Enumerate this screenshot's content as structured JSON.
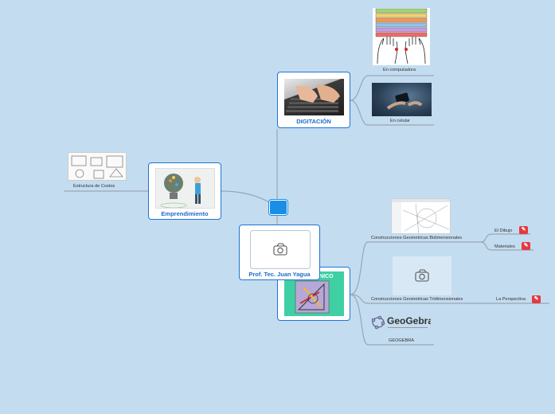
{
  "root": {
    "label": ""
  },
  "central": {
    "title": "Prof. Tec. Juan Yagua",
    "image_icon": "camera-icon"
  },
  "digitacion": {
    "title": "DIGITACIÓN",
    "children": [
      {
        "label": "En computadora"
      },
      {
        "label": "En celular"
      }
    ]
  },
  "emprendimiento": {
    "title": "Emprendimiento",
    "children": [
      {
        "label": "Estructura de Costos"
      }
    ]
  },
  "dibujo": {
    "title_partial": "CNICO",
    "children": [
      {
        "label": "Construcciones Geometricas Bidimensionales",
        "children": [
          {
            "label": "El Dibujo",
            "icon": "pdf-icon"
          },
          {
            "label": "Materiales",
            "icon": "pdf-icon"
          }
        ]
      },
      {
        "label": "Construcciones Geometricas Tridimensionales",
        "image_icon": "camera-icon",
        "children": [
          {
            "label": "La Perspectiva",
            "icon": "pdf-icon"
          }
        ]
      },
      {
        "label": "GEOGEBRA",
        "logo_text": "GeoGebra"
      }
    ]
  },
  "colors": {
    "background": "#c3dcf0",
    "accent": "#1e74d4",
    "root_node": "#1a8ee6",
    "pdf": "#e53940",
    "link": "#9aa6b2"
  }
}
